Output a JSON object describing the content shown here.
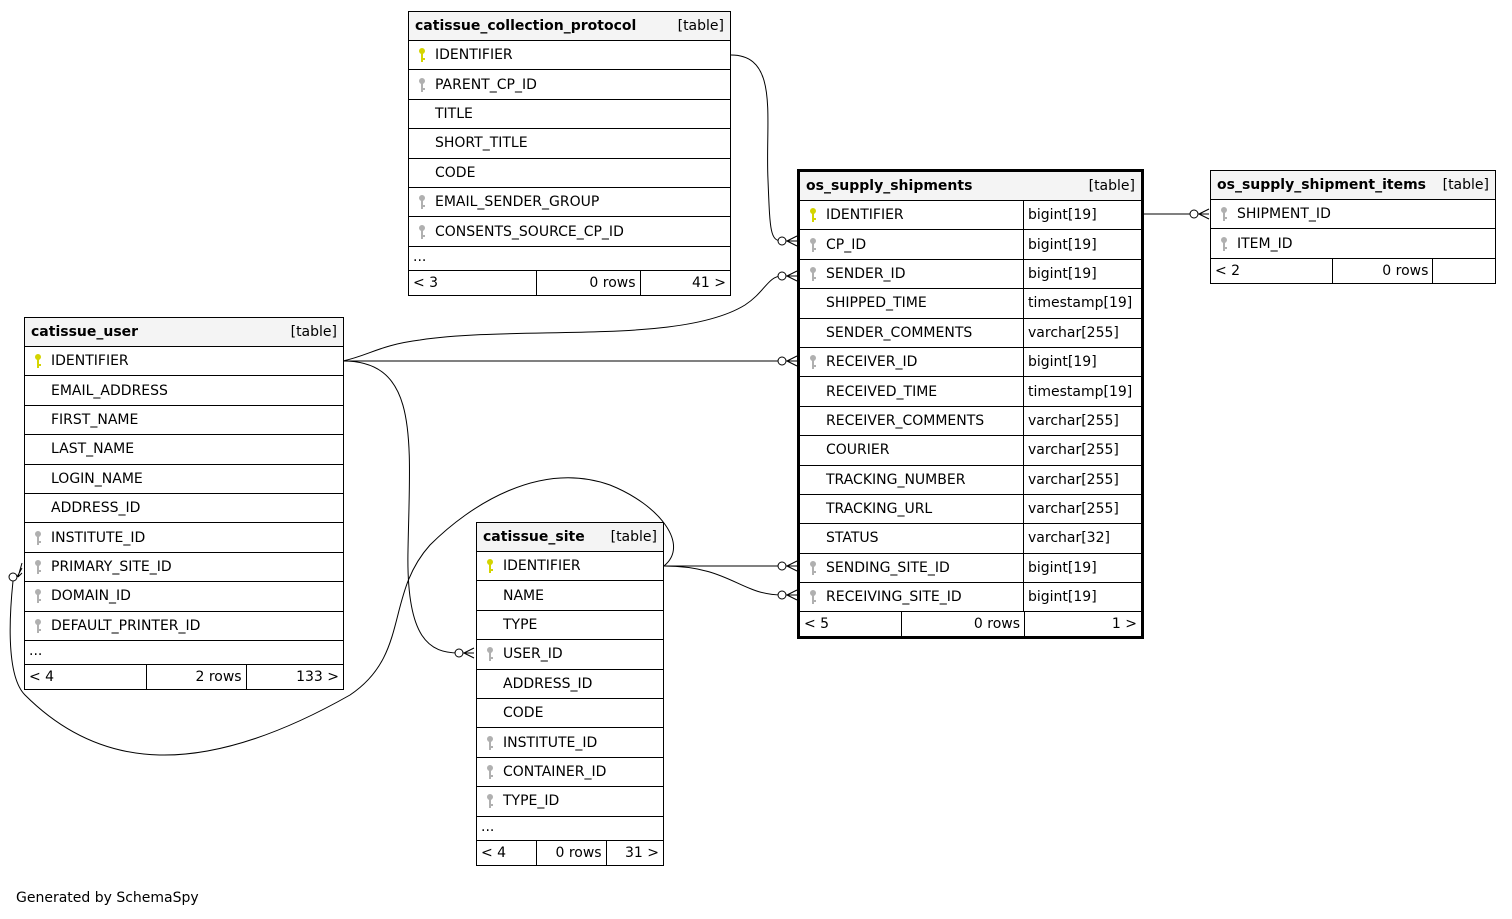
{
  "colors": {
    "pk": "#d4d400",
    "fk": "#b0b0b0",
    "header_bg": "#f4f4f4"
  },
  "tables": [
    {
      "id": "catissue_collection_protocol",
      "name": "catissue_collection_protocol",
      "kind": "[table]",
      "columns": [
        {
          "name": "IDENTIFIER",
          "key": "pk"
        },
        {
          "name": "PARENT_CP_ID",
          "key": "fk"
        },
        {
          "name": "TITLE",
          "key": ""
        },
        {
          "name": "SHORT_TITLE",
          "key": ""
        },
        {
          "name": "CODE",
          "key": ""
        },
        {
          "name": "EMAIL_SENDER_GROUP",
          "key": "fk"
        },
        {
          "name": "CONSENTS_SOURCE_CP_ID",
          "key": "fk"
        }
      ],
      "more": "...",
      "footer": [
        "< 3",
        "0 rows",
        "41 >"
      ]
    },
    {
      "id": "os_supply_shipments",
      "name": "os_supply_shipments",
      "kind": "[table]",
      "columns": [
        {
          "name": "IDENTIFIER",
          "key": "pk",
          "type": "bigint[19]"
        },
        {
          "name": "CP_ID",
          "key": "fk",
          "type": "bigint[19]"
        },
        {
          "name": "SENDER_ID",
          "key": "fk",
          "type": "bigint[19]"
        },
        {
          "name": "SHIPPED_TIME",
          "key": "",
          "type": "timestamp[19]"
        },
        {
          "name": "SENDER_COMMENTS",
          "key": "",
          "type": "varchar[255]"
        },
        {
          "name": "RECEIVER_ID",
          "key": "fk",
          "type": "bigint[19]"
        },
        {
          "name": "RECEIVED_TIME",
          "key": "",
          "type": "timestamp[19]"
        },
        {
          "name": "RECEIVER_COMMENTS",
          "key": "",
          "type": "varchar[255]"
        },
        {
          "name": "COURIER",
          "key": "",
          "type": "varchar[255]"
        },
        {
          "name": "TRACKING_NUMBER",
          "key": "",
          "type": "varchar[255]"
        },
        {
          "name": "TRACKING_URL",
          "key": "",
          "type": "varchar[255]"
        },
        {
          "name": "STATUS",
          "key": "",
          "type": "varchar[32]"
        },
        {
          "name": "SENDING_SITE_ID",
          "key": "fk",
          "type": "bigint[19]"
        },
        {
          "name": "RECEIVING_SITE_ID",
          "key": "fk",
          "type": "bigint[19]"
        }
      ],
      "footer": [
        "< 5",
        "0 rows",
        "1 >"
      ]
    },
    {
      "id": "os_supply_shipment_items",
      "name": "os_supply_shipment_items",
      "kind": "[table]",
      "columns": [
        {
          "name": "SHIPMENT_ID",
          "key": "fk"
        },
        {
          "name": "ITEM_ID",
          "key": "fk"
        }
      ],
      "footer": [
        "< 2",
        "0 rows",
        ""
      ]
    },
    {
      "id": "catissue_user",
      "name": "catissue_user",
      "kind": "[table]",
      "columns": [
        {
          "name": "IDENTIFIER",
          "key": "pk"
        },
        {
          "name": "EMAIL_ADDRESS",
          "key": ""
        },
        {
          "name": "FIRST_NAME",
          "key": ""
        },
        {
          "name": "LAST_NAME",
          "key": ""
        },
        {
          "name": "LOGIN_NAME",
          "key": ""
        },
        {
          "name": "ADDRESS_ID",
          "key": ""
        },
        {
          "name": "INSTITUTE_ID",
          "key": "fk"
        },
        {
          "name": "PRIMARY_SITE_ID",
          "key": "fk"
        },
        {
          "name": "DOMAIN_ID",
          "key": "fk"
        },
        {
          "name": "DEFAULT_PRINTER_ID",
          "key": "fk"
        }
      ],
      "more": "...",
      "footer": [
        "< 4",
        "2 rows",
        "133 >"
      ]
    },
    {
      "id": "catissue_site",
      "name": "catissue_site",
      "kind": "[table]",
      "columns": [
        {
          "name": "IDENTIFIER",
          "key": "pk"
        },
        {
          "name": "NAME",
          "key": ""
        },
        {
          "name": "TYPE",
          "key": ""
        },
        {
          "name": "USER_ID",
          "key": "fk"
        },
        {
          "name": "ADDRESS_ID",
          "key": ""
        },
        {
          "name": "CODE",
          "key": ""
        },
        {
          "name": "INSTITUTE_ID",
          "key": "fk"
        },
        {
          "name": "CONTAINER_ID",
          "key": "fk"
        },
        {
          "name": "TYPE_ID",
          "key": "fk"
        }
      ],
      "more": "...",
      "footer": [
        "< 4",
        "0 rows",
        "31 >"
      ]
    }
  ],
  "footer_text": "Generated by SchemaSpy"
}
